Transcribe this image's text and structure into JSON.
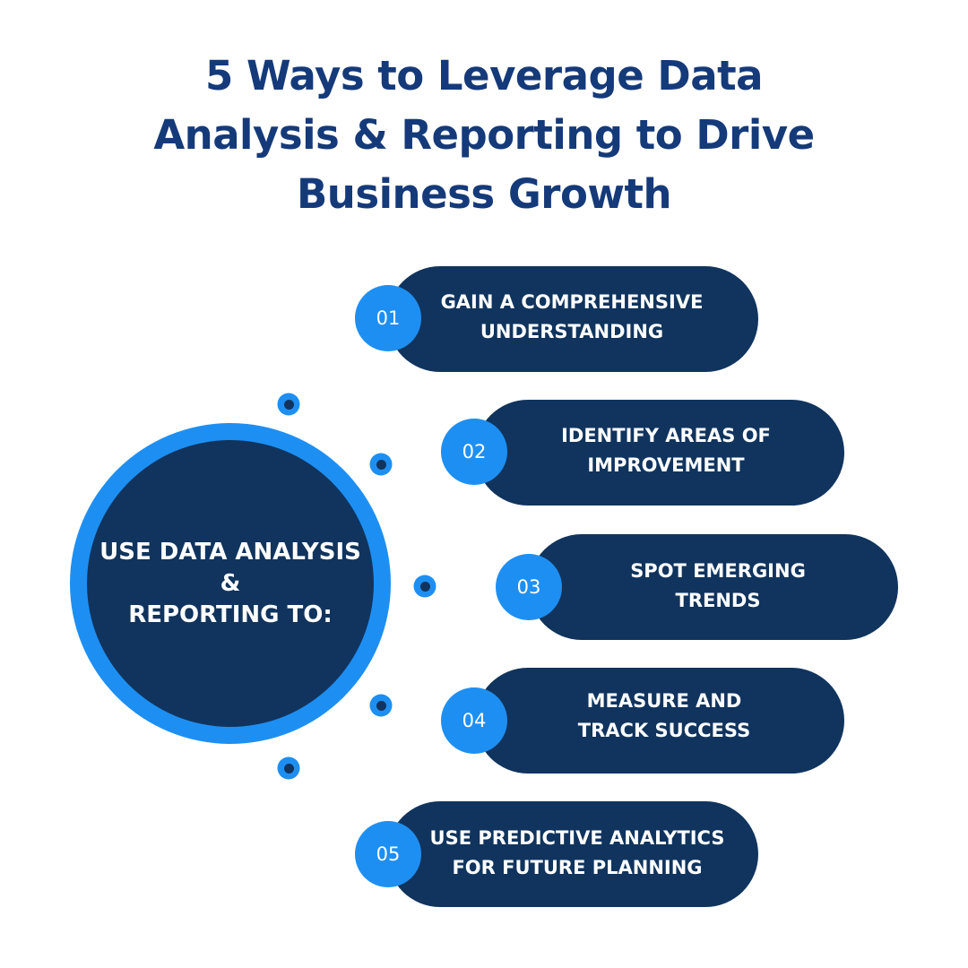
{
  "title": "5 Ways to Leverage Data\nAnalysis & Reporting to Drive\nBusiness Growth",
  "hub": {
    "line1": "USE DATA ANALYSIS",
    "line2": "&",
    "line3": "REPORTING TO:"
  },
  "steps": [
    {
      "number": "01",
      "label": "GAIN A COMPREHENSIVE\nUNDERSTANDING"
    },
    {
      "number": "02",
      "label": "IDENTIFY AREAS OF\nIMPROVEMENT"
    },
    {
      "number": "03",
      "label": "SPOT EMERGING TRENDS"
    },
    {
      "number": "04",
      "label": "MEASURE AND\nTRACK SUCCESS"
    },
    {
      "number": "05",
      "label": "USE PREDICTIVE ANALYTICS\nFOR FUTURE PLANNING"
    }
  ],
  "colors": {
    "title": "#153a7a",
    "navy": "#10345e",
    "accent": "#1e8ff2",
    "background": "#ffffff"
  }
}
